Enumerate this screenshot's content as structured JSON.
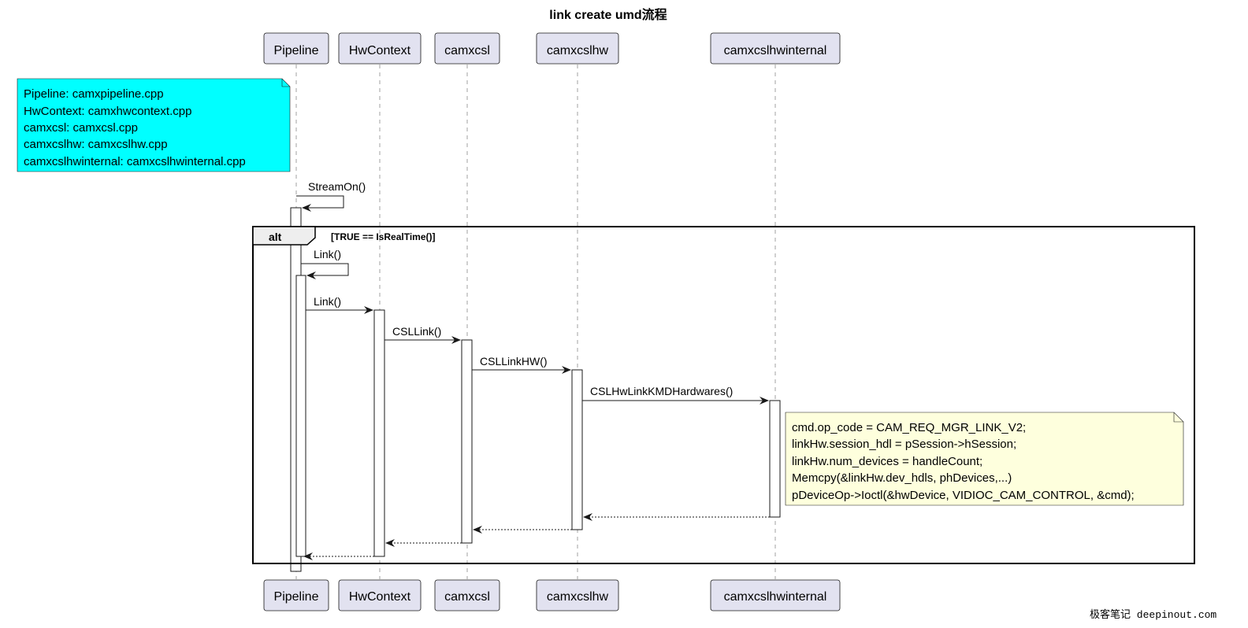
{
  "title": "link create umd流程",
  "colors": {
    "participant_fill": "#E2E2F0",
    "participant_stroke": "#181818",
    "note_cyan": "#00FFFF",
    "note_yellow": "#FEFFDD",
    "line": "#181818",
    "lifeline": "#A0A0A0"
  },
  "participants": [
    {
      "id": "pipeline",
      "label": "Pipeline"
    },
    {
      "id": "hwcontext",
      "label": "HwContext"
    },
    {
      "id": "camxcsl",
      "label": "camxcsl"
    },
    {
      "id": "camxcslhw",
      "label": "camxcslhw"
    },
    {
      "id": "camxcslhwinternal",
      "label": "camxcslhwinternal"
    }
  ],
  "file_note": {
    "lines": [
      "Pipeline: camxpipeline.cpp",
      "HwContext: camxhwcontext.cpp",
      "camxcsl: camxcsl.cpp",
      "camxcslhw: camxcslhw.cpp",
      "camxcslhwinternal: camxcslhwinternal.cpp"
    ]
  },
  "alt": {
    "keyword": "alt",
    "guard": "[TRUE == IsRealTime()]"
  },
  "messages": [
    {
      "from": "pipeline",
      "to": "pipeline",
      "label": "StreamOn()",
      "type": "self"
    },
    {
      "from": "pipeline",
      "to": "pipeline",
      "label": "Link()",
      "type": "self"
    },
    {
      "from": "pipeline",
      "to": "hwcontext",
      "label": "Link()",
      "type": "call"
    },
    {
      "from": "hwcontext",
      "to": "camxcsl",
      "label": "CSLLink()",
      "type": "call"
    },
    {
      "from": "camxcsl",
      "to": "camxcslhw",
      "label": "CSLLinkHW()",
      "type": "call"
    },
    {
      "from": "camxcslhw",
      "to": "camxcslhwinternal",
      "label": "CSLHwLinkKMDHardwares()",
      "type": "call"
    },
    {
      "from": "camxcslhwinternal",
      "to": "camxcslhw",
      "label": "",
      "type": "return"
    },
    {
      "from": "camxcslhw",
      "to": "camxcsl",
      "label": "",
      "type": "return"
    },
    {
      "from": "camxcsl",
      "to": "hwcontext",
      "label": "",
      "type": "return"
    },
    {
      "from": "hwcontext",
      "to": "pipeline",
      "label": "",
      "type": "return"
    }
  ],
  "code_note": {
    "lines": [
      "cmd.op_code = CAM_REQ_MGR_LINK_V2;",
      "linkHw.session_hdl = pSession->hSession;",
      "linkHw.num_devices = handleCount;",
      "Memcpy(&linkHw.dev_hdls, phDevices,...)",
      "pDeviceOp->Ioctl(&hwDevice, VIDIOC_CAM_CONTROL, &cmd);"
    ]
  },
  "watermark": "极客笔记 deepinout.com"
}
